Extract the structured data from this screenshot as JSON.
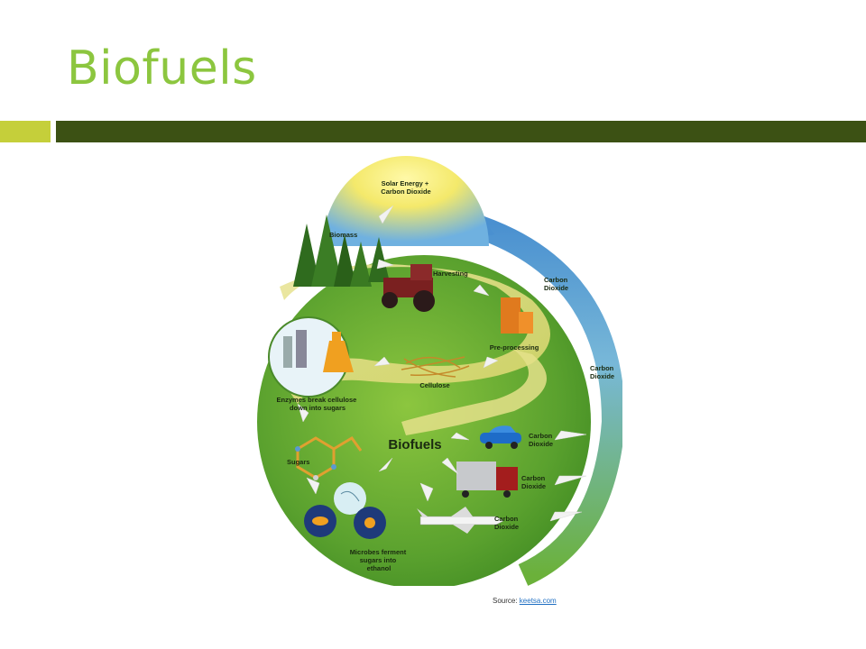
{
  "slide": {
    "title": "Biofuels"
  },
  "diagram": {
    "labels": {
      "solar": [
        "Solar Energy +",
        "Carbon Dioxide"
      ],
      "biomass": "Biomass",
      "harvesting": "Harvesting",
      "preprocessing": "Pre-processing",
      "cellulose": "Cellulose",
      "enzymes": [
        "Enzymes break cellulose",
        "down into sugars"
      ],
      "sugars": "Sugars",
      "microbes": [
        "Microbes ferment",
        "sugars into",
        "ethanol"
      ],
      "biofuels": "Biofuels",
      "co2_outer_upper": [
        "Carbon",
        "Dioxide"
      ],
      "co2_outer_lower": [
        "Carbon",
        "Dioxide"
      ],
      "co2_car": [
        "Carbon",
        "Dioxide"
      ],
      "co2_truck": [
        "Carbon",
        "Dioxide"
      ],
      "co2_plane": [
        "Carbon",
        "Dioxide"
      ]
    }
  },
  "source": {
    "prefix": "Source: ",
    "link_text": "keetsa.com"
  }
}
